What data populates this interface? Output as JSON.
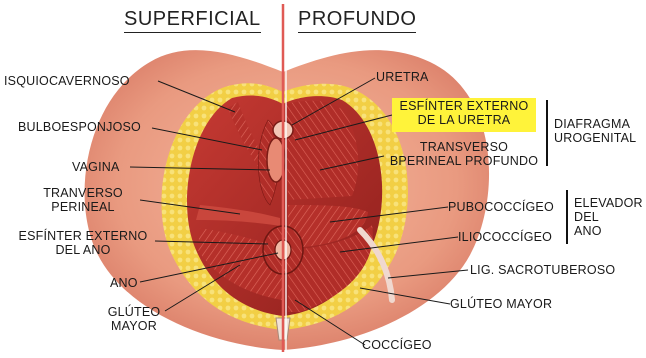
{
  "headers": {
    "left": "SUPERFICIAL",
    "right": "PROFUNDO"
  },
  "labels": {
    "isquiocavernoso": "ISQUIOCAVERNOSO",
    "bulboesponjoso": "BULBOESPONJOSO",
    "vagina": "VAGINA",
    "tranverso_1": "TRANVERSO",
    "tranverso_2": "PERINEAL",
    "esfinter_ano_1": "ESFÍNTER EXTERNO",
    "esfinter_ano_2": "DEL ANO",
    "ano": "ANO",
    "gluteo_l_1": "GLÚTEO",
    "gluteo_l_2": "MAYOR",
    "uretra": "URETRA",
    "esfinter_uretra_1": "ESFÍNTER EXTERNO",
    "esfinter_uretra_2": "DE LA URETRA",
    "transverso_prof_1": "TRANSVERSO",
    "transverso_prof_2": "BPERINEAL PROFUNDO",
    "diafragma_1": "DIAFRAGMA",
    "diafragma_2": "UROGENITAL",
    "pubococcigeo": "PUBOCOCCÍGEO",
    "iliococcigeo": "ILIOCOCCÍGEO",
    "elevador_1": "ELEVADOR",
    "elevador_2": "DEL",
    "elevador_3": "ANO",
    "sacrotuberoso": "LIG. SACROTUBEROSO",
    "gluteo_r": "GLÚTEO MAYOR",
    "coccigeo": "COCCÍGEO"
  },
  "colors": {
    "highlight": "#fff33a",
    "divider": "#e05a55",
    "skin": "#e89f85",
    "muscle": "#b8322c",
    "fat": "#f2d24a"
  }
}
